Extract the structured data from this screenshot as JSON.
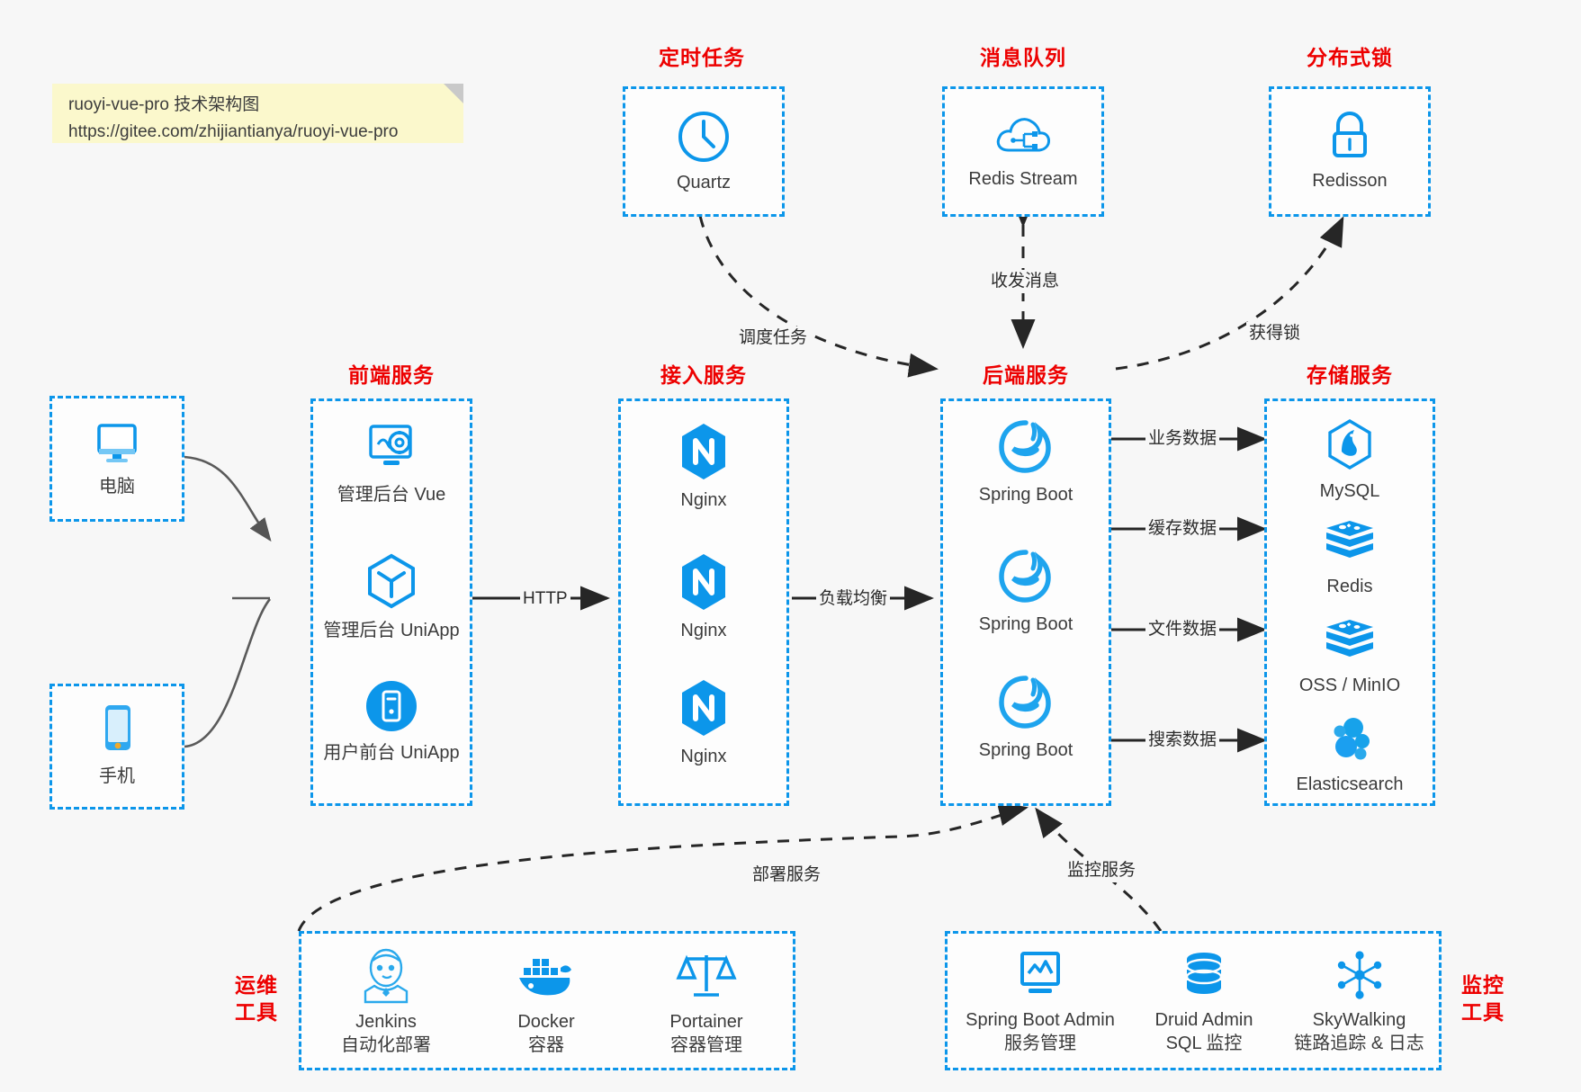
{
  "note": {
    "line1": "ruoyi-vue-pro 技术架构图",
    "line2": "https://gitee.com/zhijiantianya/ruoyi-vue-pro"
  },
  "colors": {
    "accent_blue": "#0c96ea",
    "title_red": "#ed0000",
    "note_yellow": "#fbf8cc",
    "background": "#f7f7f7",
    "text": "#3b3b3b",
    "edge": "#262626"
  },
  "groups": {
    "scheduler": {
      "title": "定时任务",
      "items": [
        {
          "label": "Quartz",
          "icon": "clock-icon"
        }
      ]
    },
    "mq": {
      "title": "消息队列",
      "items": [
        {
          "label": "Redis Stream",
          "icon": "cloud-stream-icon"
        }
      ]
    },
    "lock": {
      "title": "分布式锁",
      "items": [
        {
          "label": "Redisson",
          "icon": "lock-icon"
        }
      ]
    },
    "clients": {
      "items": [
        {
          "label": "电脑",
          "icon": "desktop-icon"
        },
        {
          "label": "手机",
          "icon": "mobile-icon"
        }
      ]
    },
    "frontend": {
      "title": "前端服务",
      "items": [
        {
          "label": "管理后台 Vue",
          "icon": "dashboard-gear-icon"
        },
        {
          "label": "管理后台 UniApp",
          "icon": "hexagon-cube-icon"
        },
        {
          "label": "用户前台 UniApp",
          "icon": "mobile-circle-icon"
        }
      ]
    },
    "gateway": {
      "title": "接入服务",
      "items": [
        {
          "label": "Nginx",
          "icon": "nginx-icon"
        },
        {
          "label": "Nginx",
          "icon": "nginx-icon"
        },
        {
          "label": "Nginx",
          "icon": "nginx-icon"
        }
      ]
    },
    "backend": {
      "title": "后端服务",
      "items": [
        {
          "label": "Spring Boot",
          "icon": "spring-boot-icon"
        },
        {
          "label": "Spring Boot",
          "icon": "spring-boot-icon"
        },
        {
          "label": "Spring Boot",
          "icon": "spring-boot-icon"
        }
      ]
    },
    "storage": {
      "title": "存储服务",
      "items": [
        {
          "label": "MySQL",
          "icon": "mysql-icon"
        },
        {
          "label": "Redis",
          "icon": "redis-icon"
        },
        {
          "label": "OSS / MinIO",
          "icon": "oss-icon"
        },
        {
          "label": "Elasticsearch",
          "icon": "elasticsearch-icon"
        }
      ]
    },
    "devops": {
      "title": "运维\n工具",
      "title_line1": "运维",
      "title_line2": "工具",
      "items": [
        {
          "label": "Jenkins",
          "sub": "自动化部署",
          "icon": "jenkins-icon"
        },
        {
          "label": "Docker",
          "sub": "容器",
          "icon": "docker-icon"
        },
        {
          "label": "Portainer",
          "sub": "容器管理",
          "icon": "scales-icon"
        }
      ]
    },
    "monitor": {
      "title_line1": "监控",
      "title_line2": "工具",
      "items": [
        {
          "label": "Spring Boot Admin",
          "sub": "服务管理",
          "icon": "monitor-chart-icon"
        },
        {
          "label": "Druid Admin",
          "sub": "SQL 监控",
          "icon": "database-icon"
        },
        {
          "label": "SkyWalking",
          "sub": "链路追踪 & 日志",
          "icon": "skywalking-icon"
        }
      ]
    }
  },
  "edges": {
    "http": "HTTP",
    "load_balance": "负载均衡",
    "schedule_task": "调度任务",
    "send_receive_message": "收发消息",
    "acquire_lock": "获得锁",
    "business_data": "业务数据",
    "cache_data": "缓存数据",
    "file_data": "文件数据",
    "search_data": "搜索数据",
    "deploy_service": "部署服务",
    "monitor_service": "监控服务"
  }
}
